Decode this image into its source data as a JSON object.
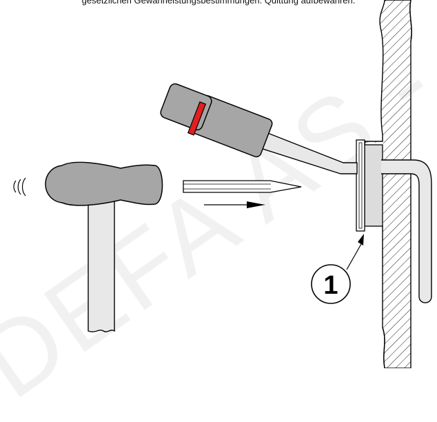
{
  "caption": "gesetzlichen Gewährleistungsbestimmungen. Quittung aufbewahren.",
  "watermark": "DEFA AS - DEFA AS - DE",
  "callout": {
    "label": "1"
  },
  "colors": {
    "tool_body": "#a6a6a6",
    "tool_band": "#e02020",
    "outline": "#000000",
    "hatch": "#000000"
  },
  "icons": {
    "sound_waves": "vibration-waves-icon",
    "motion_arrow": "arrow-right-icon"
  }
}
